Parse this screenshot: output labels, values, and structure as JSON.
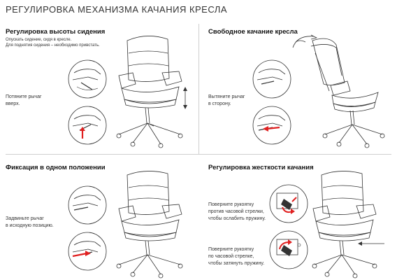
{
  "title": "РЕГУЛИРОВКА МЕХАНИЗМА КАЧАНИЯ КРЕСЛА",
  "sections": {
    "height": {
      "title": "Регулировка высоты сидения",
      "note1": "Опускать сидение, сидя в кресле.",
      "note2": "Для поднятия сидения – необходимо привстать.",
      "instruction_line1": "Потяните рычаг",
      "instruction_line2": "вверх."
    },
    "swing": {
      "title": "Свободное качание кресла",
      "instruction_line1": "Вытяните рычаг",
      "instruction_line2": "в сторону."
    },
    "fix": {
      "title": "Фиксация в одном положении",
      "instruction_line1": "Задвиньте рычаг",
      "instruction_line2": "в исходную позицию."
    },
    "stiffness": {
      "title": "Регулировка жесткости качания",
      "loosen_line1": "Поверните рукоятку",
      "loosen_line2": "против часовой стрелки,",
      "loosen_line3": "чтобы ослабить пружину.",
      "tighten_line1": "Поверните рукоятку",
      "tighten_line2": "по часовой стрелке,",
      "tighten_line3": "чтобы затянуть пружину."
    }
  },
  "colors": {
    "arrow": "#e02020",
    "line": "#333333",
    "divider": "#cfcfcf"
  }
}
